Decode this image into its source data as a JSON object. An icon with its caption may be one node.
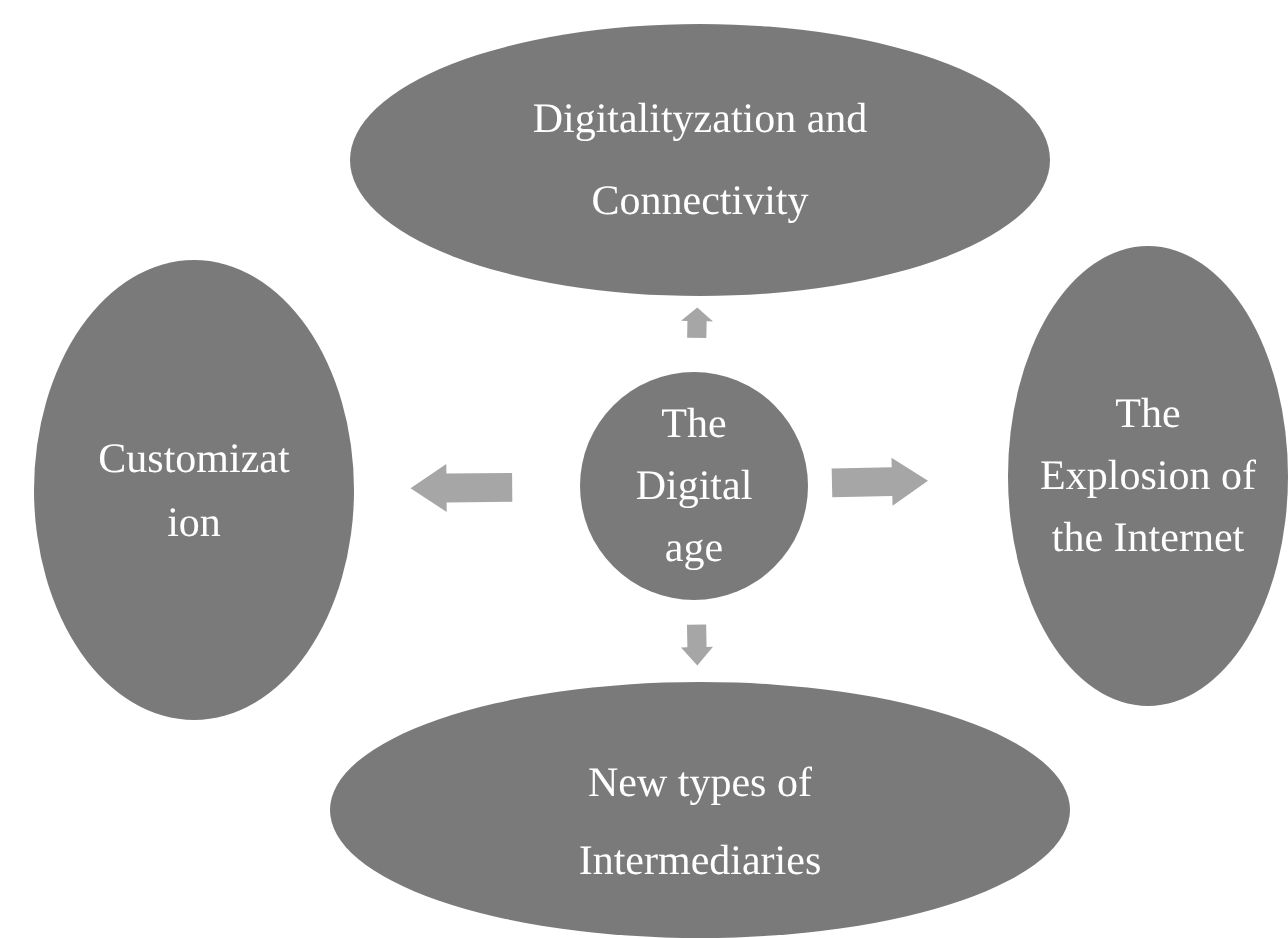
{
  "diagram": {
    "nodes": [
      {
        "text": [
          "Digitalityzation and Connectivity"
        ]
      },
      {
        "text": [
          "Customization"
        ]
      },
      {
        "text": [
          "The Digital age"
        ]
      },
      {
        "text": [
          "The Explosion of the Internet"
        ]
      },
      {
        "text": [
          "New types of Intermediaries"
        ]
      }
    ],
    "edges": [
      {
        "from": 2,
        "to": 0,
        "arrow": "to"
      },
      {
        "from": 2,
        "to": 1,
        "arrow": "to"
      },
      {
        "from": 2,
        "to": 3,
        "arrow": "to"
      },
      {
        "from": 2,
        "to": 4,
        "arrow": "to"
      }
    ]
  }
}
